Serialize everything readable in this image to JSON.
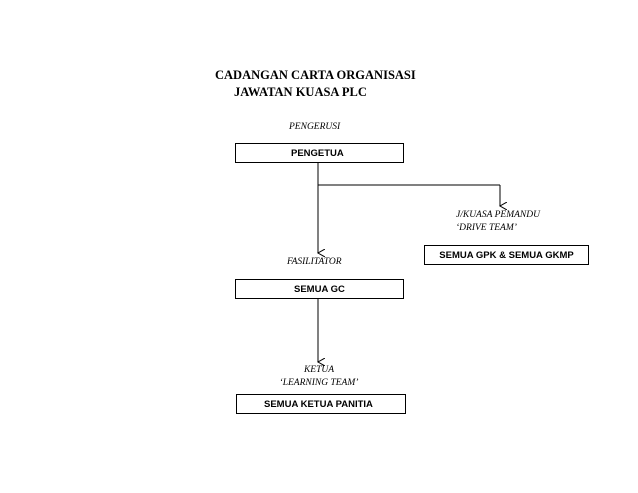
{
  "title": {
    "line1": "CADANGAN CARTA ORGANISASI",
    "line2": "JAWATAN KUASA PLC"
  },
  "nodes": {
    "pengetua": {
      "role": "PENGERUSI",
      "box": "PENGETUA"
    },
    "drive_team": {
      "role_line1": "J/KUASA PEMANDU",
      "role_line2": "‘DRIVE TEAM’",
      "box": "SEMUA GPK & SEMUA GKMP"
    },
    "fasilitator": {
      "role": "FASILITATOR",
      "box": "SEMUA GC"
    },
    "learning_team": {
      "role_line1": "KETUA",
      "role_line2": "‘LEARNING TEAM’",
      "box": "SEMUA KETUA PANITIA"
    }
  },
  "colors": {
    "line": "#000000",
    "box_border": "#000000",
    "background": "#ffffff"
  }
}
